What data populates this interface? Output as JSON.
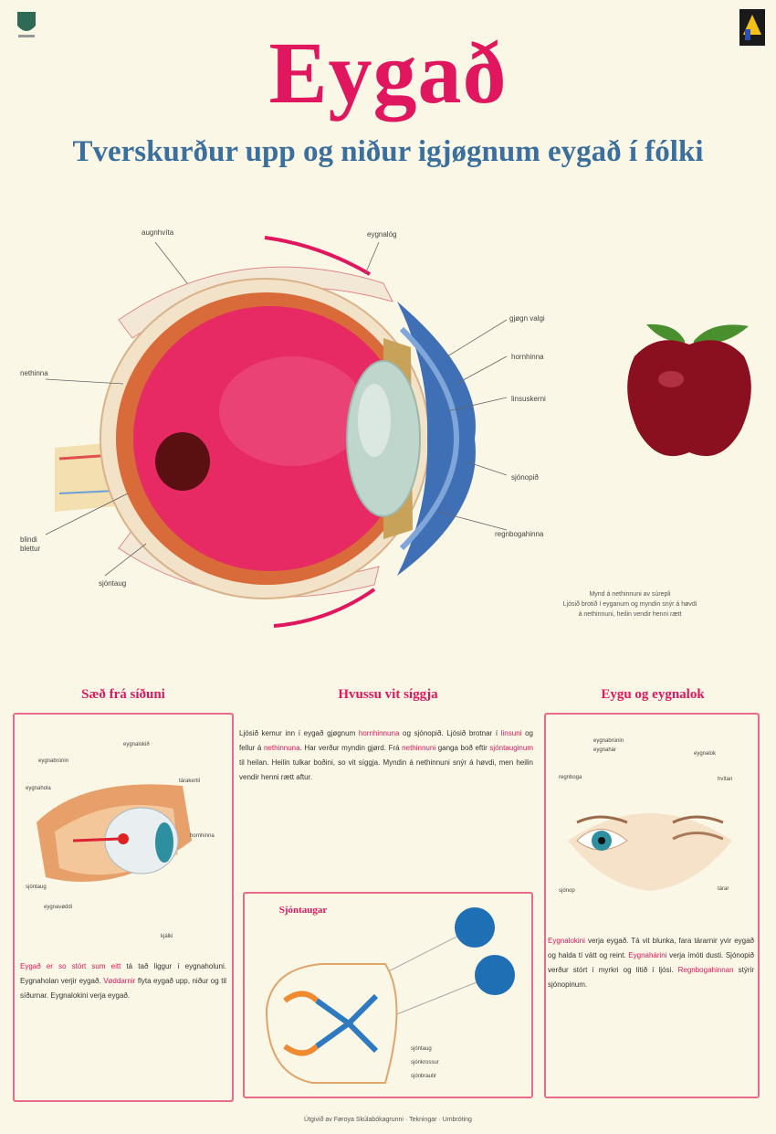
{
  "title": "Eygað",
  "subtitle": "Tverskurður upp og niður igjøgnum eygað í fólki",
  "sections": {
    "left_heading": "Sæð frá síðuni",
    "middle_heading": "Hvussu vit síggja",
    "right_heading": "Eygu og eygnalok",
    "inset_heading": "Sjóntaugar"
  }
}
